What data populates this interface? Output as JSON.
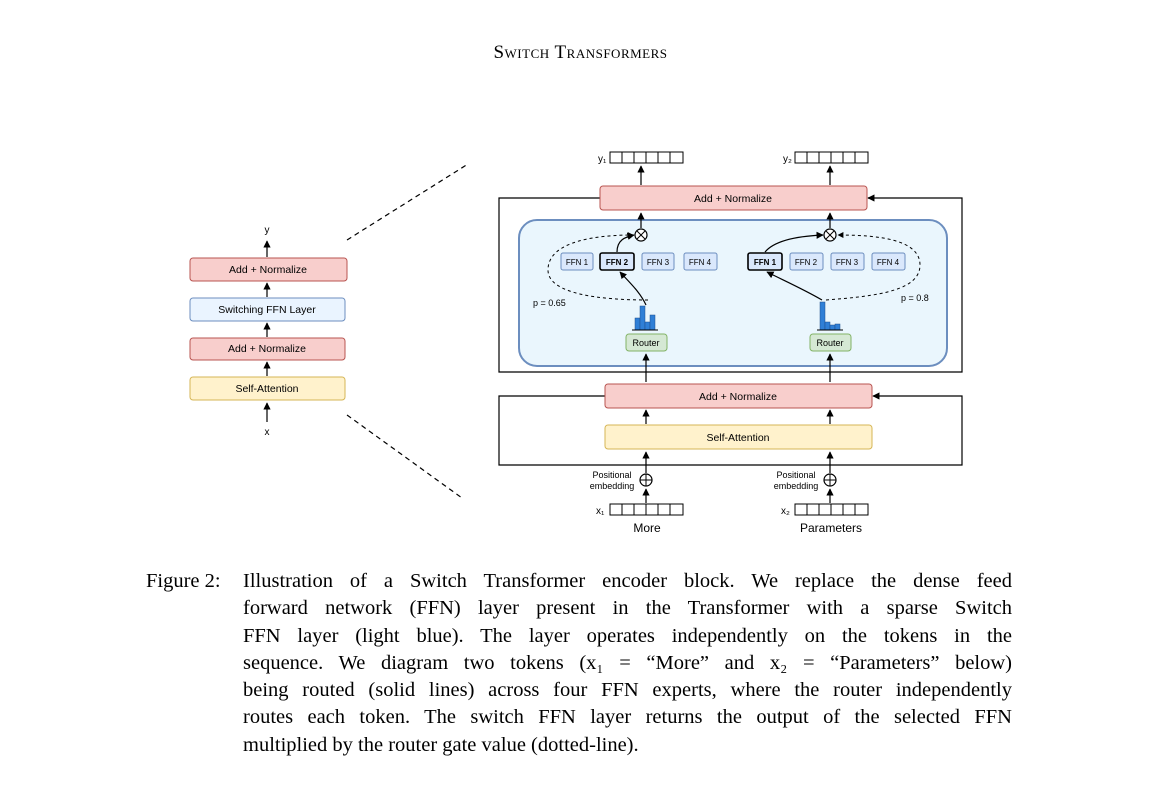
{
  "header": {
    "title": "Switch Transformers"
  },
  "left_block": {
    "output_label": "y",
    "input_label": "x",
    "layers": [
      "Add + Normalize",
      "Switching FFN Layer",
      "Add + Normalize",
      "Self-Attention"
    ]
  },
  "right_block": {
    "top_norm": "Add + Normalize",
    "bottom_norm": "Add + Normalize",
    "attention": "Self-Attention",
    "token1": {
      "output_label": "y₁",
      "input_label": "x₁",
      "word": "More",
      "pos_label_1": "Positional",
      "pos_label_2": "embedding",
      "router": "Router",
      "prob": "p = 0.65",
      "experts": [
        "FFN 1",
        "FFN 2",
        "FFN 3",
        "FFN 4"
      ],
      "selected": "FFN 2"
    },
    "token2": {
      "output_label": "y₂",
      "input_label": "x₂",
      "word": "Parameters",
      "pos_label_1": "Positional",
      "pos_label_2": "embedding",
      "router": "Router",
      "prob": "p = 0.8",
      "experts": [
        "FFN 1",
        "FFN 2",
        "FFN 3",
        "FFN 4"
      ],
      "selected": "FFN 1"
    }
  },
  "colors": {
    "norm_fill": "#f8cecc",
    "norm_stroke": "#b85450",
    "attn_fill": "#fff2cc",
    "attn_stroke": "#d6b656",
    "ffn_fill": "#eaf4ff",
    "ffn_stroke": "#6c8ebf",
    "router_fill": "#d5e8d4",
    "router_stroke": "#82b366",
    "expert_fill": "#dae8fc",
    "expert_stroke": "#6c8ebf",
    "bar_color": "#2f7fd6"
  },
  "caption": {
    "label": "Figure 2:",
    "lines": [
      "Illustration of a Switch Transformer encoder block. We replace the dense feed",
      "forward network (FFN) layer present in the Transformer with a sparse Switch",
      "FFN layer (light blue). The layer operates independently on the tokens in the",
      "sequence. We diagram two tokens (x₁ = “More” and x₂ = “Parameters” below)",
      "being routed (solid lines) across four FFN experts, where the router independently",
      "routes each token. The switch FFN layer returns the output of the selected FFN",
      "multiplied by the router gate value (dotted-line)."
    ]
  }
}
